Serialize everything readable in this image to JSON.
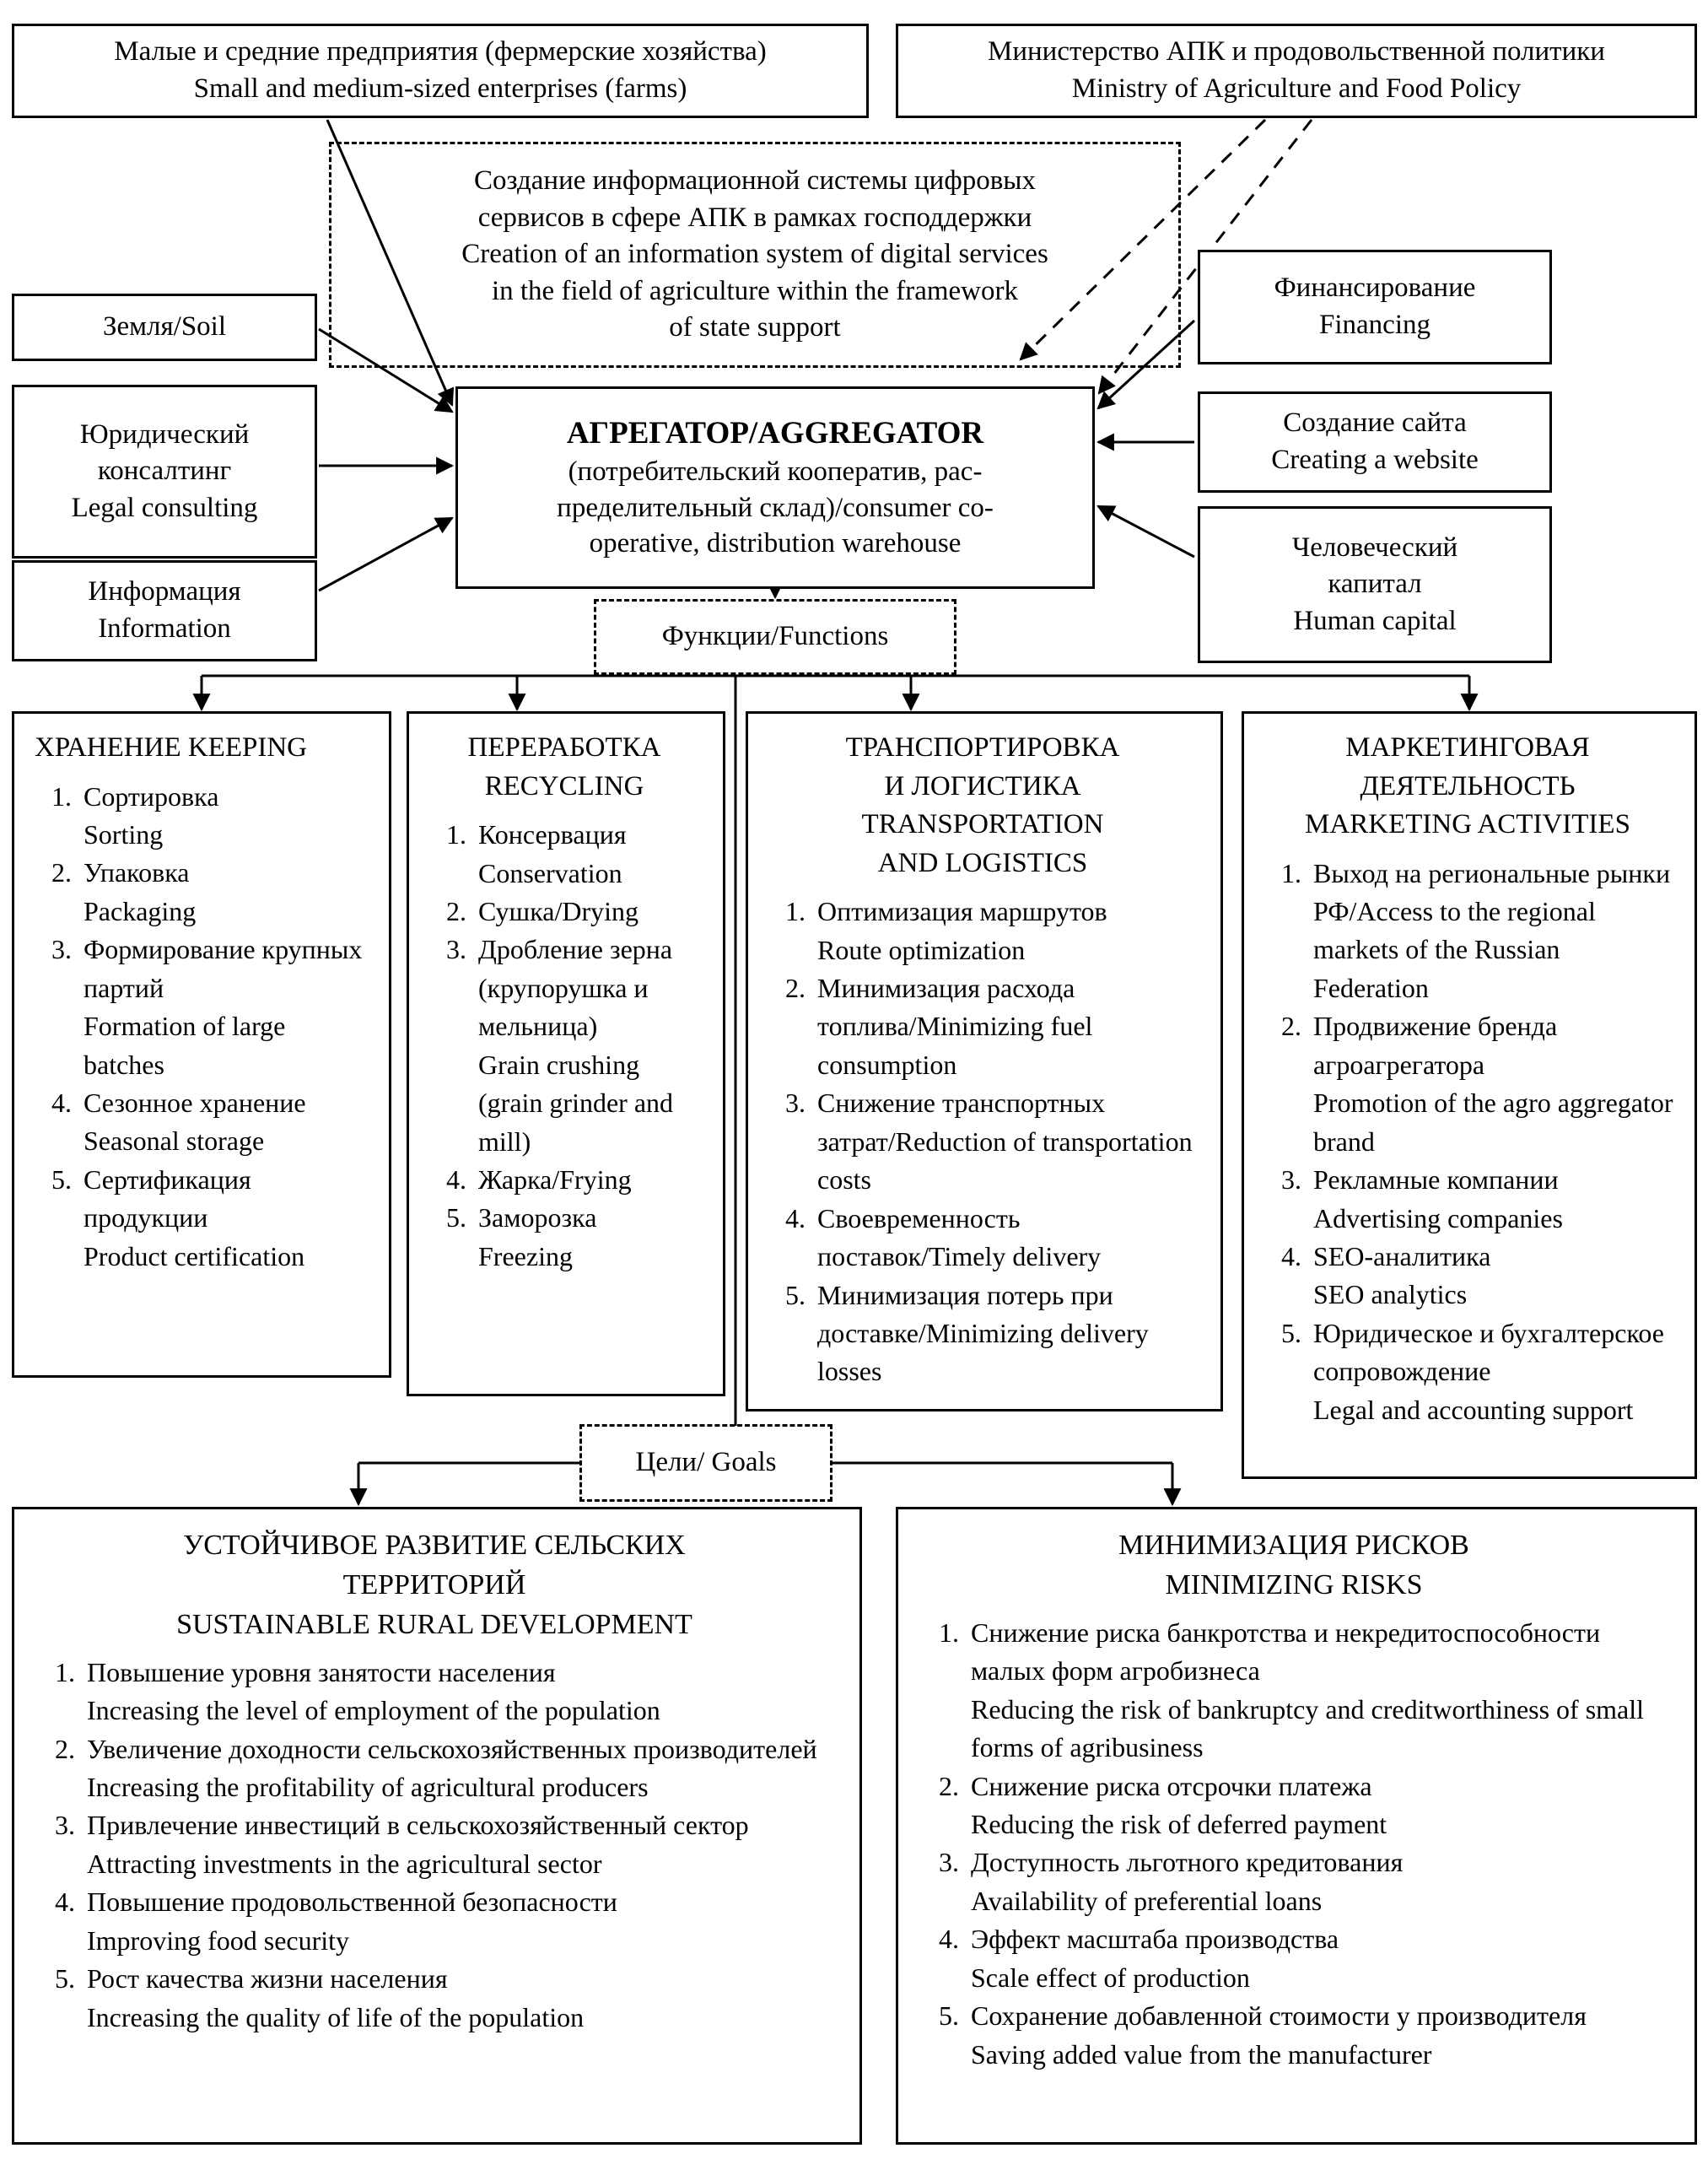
{
  "colors": {
    "background": "#ffffff",
    "line": "#000000",
    "text": "#000000"
  },
  "top_row": {
    "sme": "Малые и средние предприятия (фермерские хозяйства)\nSmall and medium-sized enterprises (farms)",
    "ministry": "Министерство АПК и продовольственной политики\nMinistry of Agriculture and Food Policy"
  },
  "state_support": "Создание информационной системы цифровых\nсервисов в сфере АПК в рамках господдержки\nCreation of an information system of digital services\nin the field of agriculture within the framework\nof state support",
  "inputs_left": {
    "soil": "Земля/Soil",
    "legal": "Юридический консалтинг\nLegal consulting",
    "information": "Информация\nInformation"
  },
  "inputs_right": {
    "financing": "Финансирование\nFinancing",
    "website": "Создание сайта\nCreating a website",
    "human_capital": "Человеческий\nкапитал\nHuman capital"
  },
  "aggregator": {
    "title": "АГРЕГАТОР/AGGREGATOR",
    "subtitle": "(потребительский кооператив, рас-\nпределительный склад)/consumer co-\noperative, distribution warehouse"
  },
  "functions_label": "Функции/Functions",
  "functions": {
    "keeping": {
      "title": "ХРАНЕНИЕ KEEPING",
      "items": [
        "Сортировка\nSorting",
        "Упаковка\nPackaging",
        "Формирование крупных партий\nFormation of large batches",
        "Сезонное хранение\nSeasonal storage",
        "Сертификация продукции\nProduct certification"
      ]
    },
    "recycling": {
      "title": "ПЕРЕРАБОТКА\nRECYCLING",
      "items": [
        "Консервация\nConservation",
        "Сушка/Drying",
        "Дробление зерна (крупорушка и мельница)\nGrain crushing (grain grinder and mill)",
        "Жарка/Frying",
        "Заморозка\nFreezing"
      ]
    },
    "transport": {
      "title": "ТРАНСПОРТИРОВКА\nИ ЛОГИСТИКА\nTRANSPORTATION\nAND LOGISTICS",
      "items": [
        "Оптимизация маршрутов\nRoute optimization",
        "Минимизация расхода топлива/Minimizing fuel consumption",
        "Снижение транспортных затрат/Reduction of transportation costs",
        "Своевременность поставок/Timely delivery",
        "Минимизация потерь при доставке/Minimizing delivery losses"
      ]
    },
    "marketing": {
      "title": "МАРКЕТИНГОВАЯ\nДЕЯТЕЛЬНОСТЬ\nMARKETING ACTIVITIES",
      "items": [
        "Выход на региональные рынки РФ/Access to the regional markets of the Russian Federation",
        "Продвижение бренда агроагрегатора\nPromotion of the agro aggregator brand",
        "Рекламные компании\nAdvertising companies",
        "SEO-аналитика\nSEO analytics",
        "Юридическое и бухгалтерское сопровождение\nLegal and accounting support"
      ]
    }
  },
  "goals_label": "Цели/ Goals",
  "goals": {
    "rural": {
      "title": "УСТОЙЧИВОЕ РАЗВИТИЕ СЕЛЬСКИХ\nТЕРРИТОРИЙ\nSUSTAINABLE RURAL DEVELOPMENT",
      "items": [
        "Повышение уровня занятости населения\nIncreasing the level of employment of the population",
        "Увеличение доходности сельскохозяйственных производителей\nIncreasing the profitability of agricultural producers",
        "Привлечение инвестиций в сельскохозяйственный сектор\nAttracting investments in the agricultural sector",
        "Повышение продовольственной безопасности\nImproving food security",
        "Рост качества жизни населения\nIncreasing the quality of life of the population"
      ]
    },
    "risks": {
      "title": "МИНИМИЗАЦИЯ РИСКОВ\nMINIMIZING RISKS",
      "items": [
        "Снижение риска банкротства и некредитоспособности малых форм агробизнеса\nReducing the risk of bankruptcy and creditworthiness of small forms of agribusiness",
        "Снижение риска отсрочки платежа\nReducing the risk of deferred payment",
        "Доступность льготного кредитования\nAvailability of preferential loans",
        "Эффект масштаба производства\nScale effect of production",
        "Сохранение добавленной стоимости у производителя\nSaving added value from the manufacturer"
      ]
    }
  }
}
